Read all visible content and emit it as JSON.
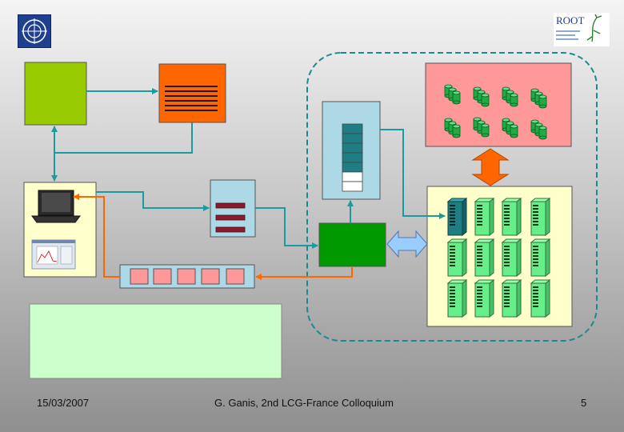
{
  "footer": {
    "date": "15/03/2007",
    "author": "G. Ganis, 2nd LCG-France Colloquium",
    "page": "5"
  },
  "logos": {
    "left": "cern-logo",
    "right": "root-logo",
    "right_text": "ROOT"
  },
  "colors": {
    "client_green": "#99cc00",
    "catalog_orange": "#ff6600",
    "storage_pink": "#ff9999",
    "farm_yellow": "#ffffcc",
    "master_green": "#009900",
    "queue_box": "#add8e6",
    "results_box": "#ccffcc",
    "arrow_teal": "#1b9aa0",
    "arrow_orange": "#ff6600"
  }
}
